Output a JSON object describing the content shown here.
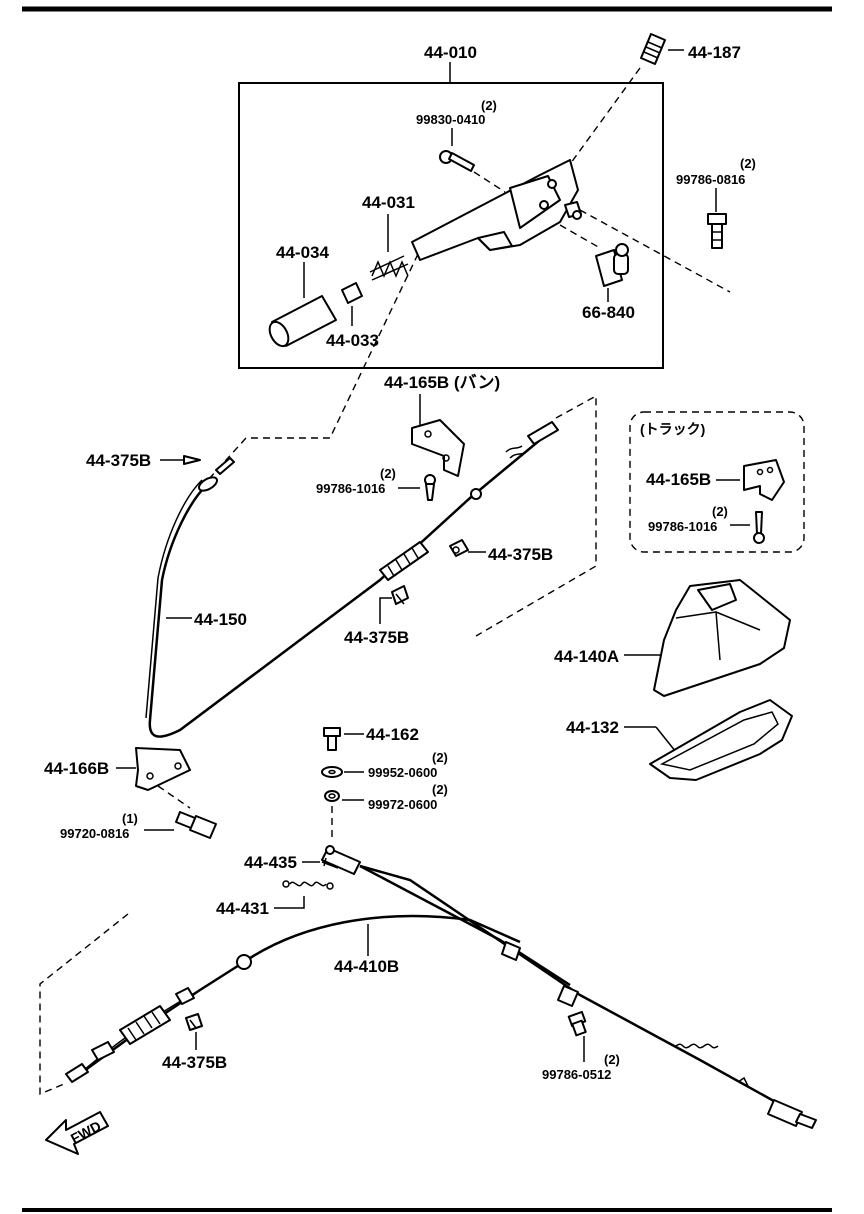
{
  "labels": {
    "p44_010": "44-010",
    "p44_187": "44-187",
    "p99830_qty": "(2)",
    "p99830": "99830-0410",
    "p99786_0816_qty": "(2)",
    "p99786_0816": "99786-0816",
    "p44_031": "44-031",
    "p44_034": "44-034",
    "p44_033": "44-033",
    "p66_840": "66-840",
    "p44_165b_van": "44-165B (バン)",
    "p44_375b_1": "44-375B",
    "p99786_1016_qty": "(2)",
    "p99786_1016": "99786-1016",
    "truck_title": "(トラック)",
    "p44_165b_truck": "44-165B",
    "p99786_1016_truck_qty": "(2)",
    "p99786_1016_truck": "99786-1016",
    "p44_375b_2": "44-375B",
    "p44_150": "44-150",
    "p44_375b_3": "44-375B",
    "p44_140a": "44-140A",
    "p44_132": "44-132",
    "p44_162": "44-162",
    "p99952_qty": "(2)",
    "p99952": "99952-0600",
    "p99972_qty": "(2)",
    "p99972": "99972-0600",
    "p44_166b": "44-166B",
    "p99720_qty": "(1)",
    "p99720": "99720-0816",
    "p44_435": "44-435",
    "p44_431": "44-431",
    "p44_410b": "44-410B",
    "p44_375b_4": "44-375B",
    "p99786_0512_qty": "(2)",
    "p99786_0512": "99786-0512",
    "fwd": "FWD"
  }
}
